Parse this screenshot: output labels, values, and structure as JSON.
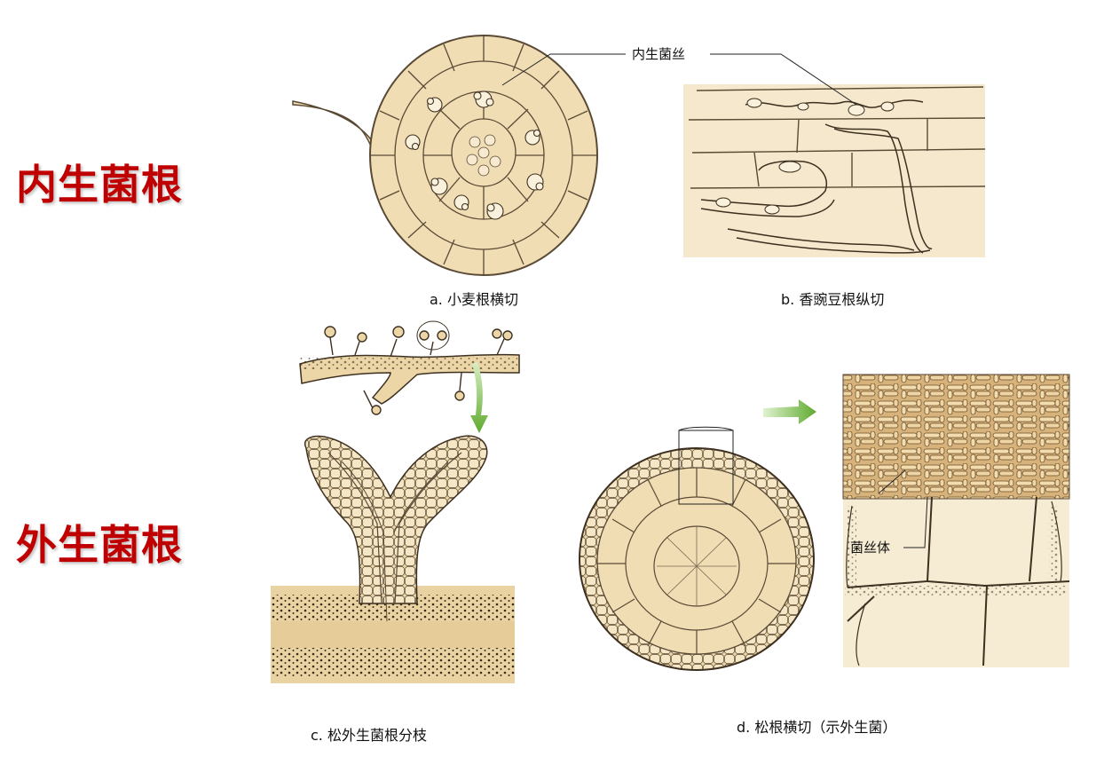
{
  "titles": {
    "endo": "内生菌根",
    "ecto": "外生菌根"
  },
  "captions": {
    "a": "a. 小麦根横切",
    "b": "b. 香豌豆根纵切",
    "c": "c. 松外生菌根分枝",
    "d": "d. 松根横切（示外生菌）"
  },
  "labels": {
    "endo_hyphae": "内生菌丝",
    "mycelium": "菌丝体"
  },
  "colors": {
    "title": "#c00000",
    "cell_fill": "#f0ddb4",
    "cell_stroke": "#5a4a35",
    "arrow": "#7cc04a"
  }
}
